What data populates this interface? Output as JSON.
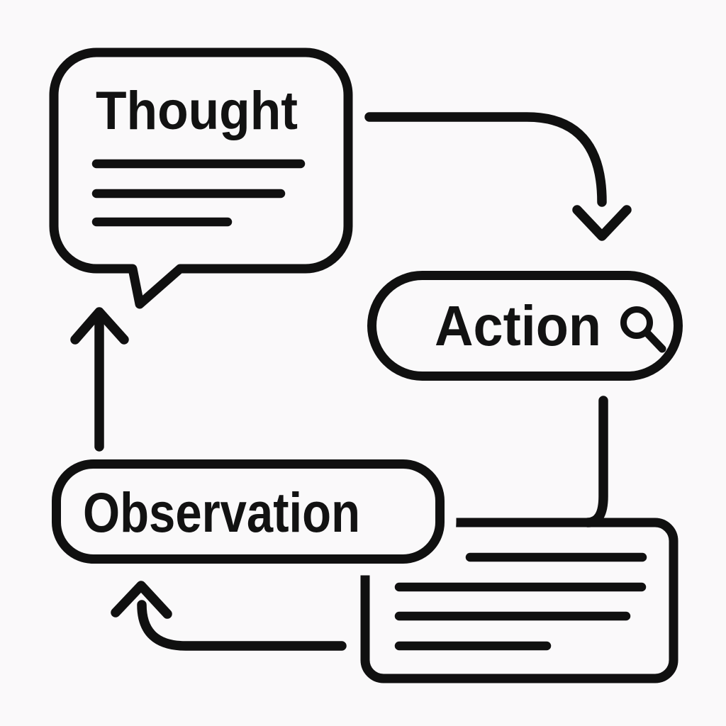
{
  "diagram": {
    "title": "thought-action-observation loop",
    "background_color": "#FAF9FA",
    "line_color": "#101010",
    "nodes": {
      "thought": {
        "label": "Thought",
        "shape": "speech-bubble",
        "placeholder_text_lines": 3
      },
      "action": {
        "label": "Action",
        "shape": "pill",
        "icon": "search-icon"
      },
      "observation": {
        "label": "Observation",
        "shape": "pill"
      },
      "result_card": {
        "label": "",
        "shape": "document-card",
        "placeholder_text_lines": 4
      }
    },
    "edges": [
      {
        "from": "thought",
        "to": "action",
        "style": "curved-arrow"
      },
      {
        "from": "action",
        "to": "result_card",
        "style": "curved-connector"
      },
      {
        "from": "result_card",
        "to": "observation",
        "style": "curved-arrow"
      },
      {
        "from": "observation",
        "to": "thought",
        "style": "straight-arrow"
      }
    ]
  }
}
